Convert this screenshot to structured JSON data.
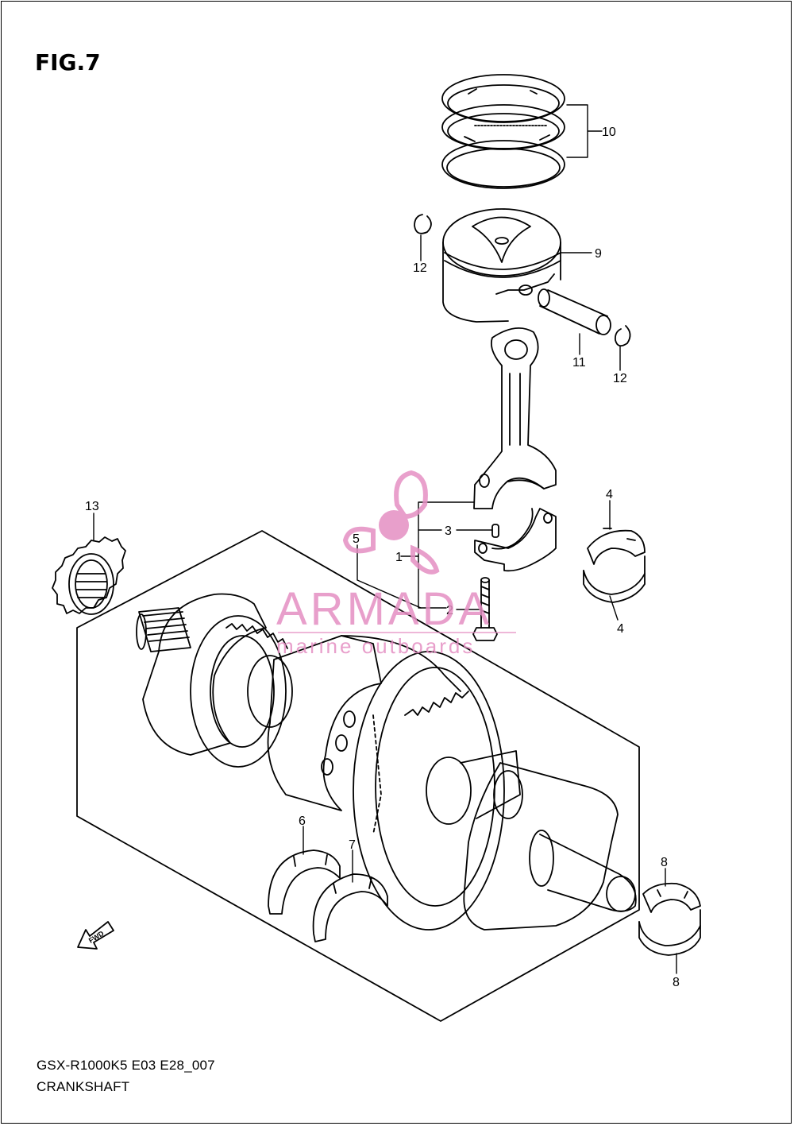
{
  "figure": {
    "title": "FIG.7"
  },
  "parts": [
    {
      "number": "1"
    },
    {
      "number": "2"
    },
    {
      "number": "3"
    },
    {
      "number": "4"
    },
    {
      "number": "4"
    },
    {
      "number": "5"
    },
    {
      "number": "6"
    },
    {
      "number": "7"
    },
    {
      "number": "8"
    },
    {
      "number": "8"
    },
    {
      "number": "9"
    },
    {
      "number": "10"
    },
    {
      "number": "11"
    },
    {
      "number": "12"
    },
    {
      "number": "12"
    },
    {
      "number": "13"
    }
  ],
  "direction_marker": {
    "label": "FWD"
  },
  "footer": {
    "code": "GSX-R1000K5 E03 E28_007",
    "name": "CRANKSHAFT"
  },
  "watermark": {
    "brand": "ARMADA",
    "tagline": "marine outboards",
    "color": "#e58fc3"
  }
}
